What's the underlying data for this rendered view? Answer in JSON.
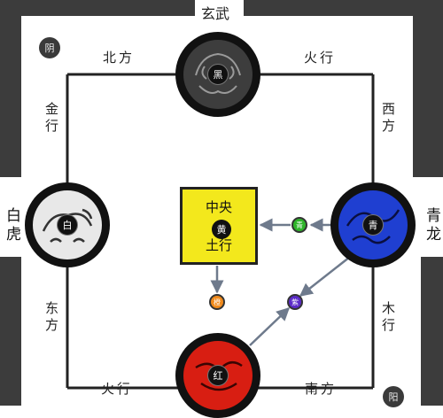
{
  "top_label": "玄武",
  "left_label": "白虎",
  "right_label": "青龙",
  "yin_label": "阴",
  "yang_label": "阳",
  "edges": {
    "top_left": "北方",
    "top_right": "火行",
    "left_upper": "金行",
    "left_lower": "东方",
    "right_upper": "西方",
    "right_lower": "木行",
    "bottom_left": "火行",
    "bottom_right": "南方"
  },
  "medals": {
    "north": {
      "tag": "黑",
      "color": "#3d3d3d"
    },
    "west": {
      "tag": "白",
      "color": "#e8e8e8"
    },
    "east": {
      "tag": "青",
      "color": "#1f3fd1"
    },
    "south": {
      "tag": "红",
      "color": "#d81e12"
    }
  },
  "center": {
    "top": "中央",
    "mid": "黄",
    "bottom": "土行",
    "fill": "#f3e81c"
  },
  "small_dots": {
    "green": {
      "text": "青",
      "color": "#2fb52a"
    },
    "orange": {
      "text": "橙",
      "color": "#f08a1c"
    },
    "purple": {
      "text": "紫",
      "color": "#5b2bc7"
    }
  }
}
